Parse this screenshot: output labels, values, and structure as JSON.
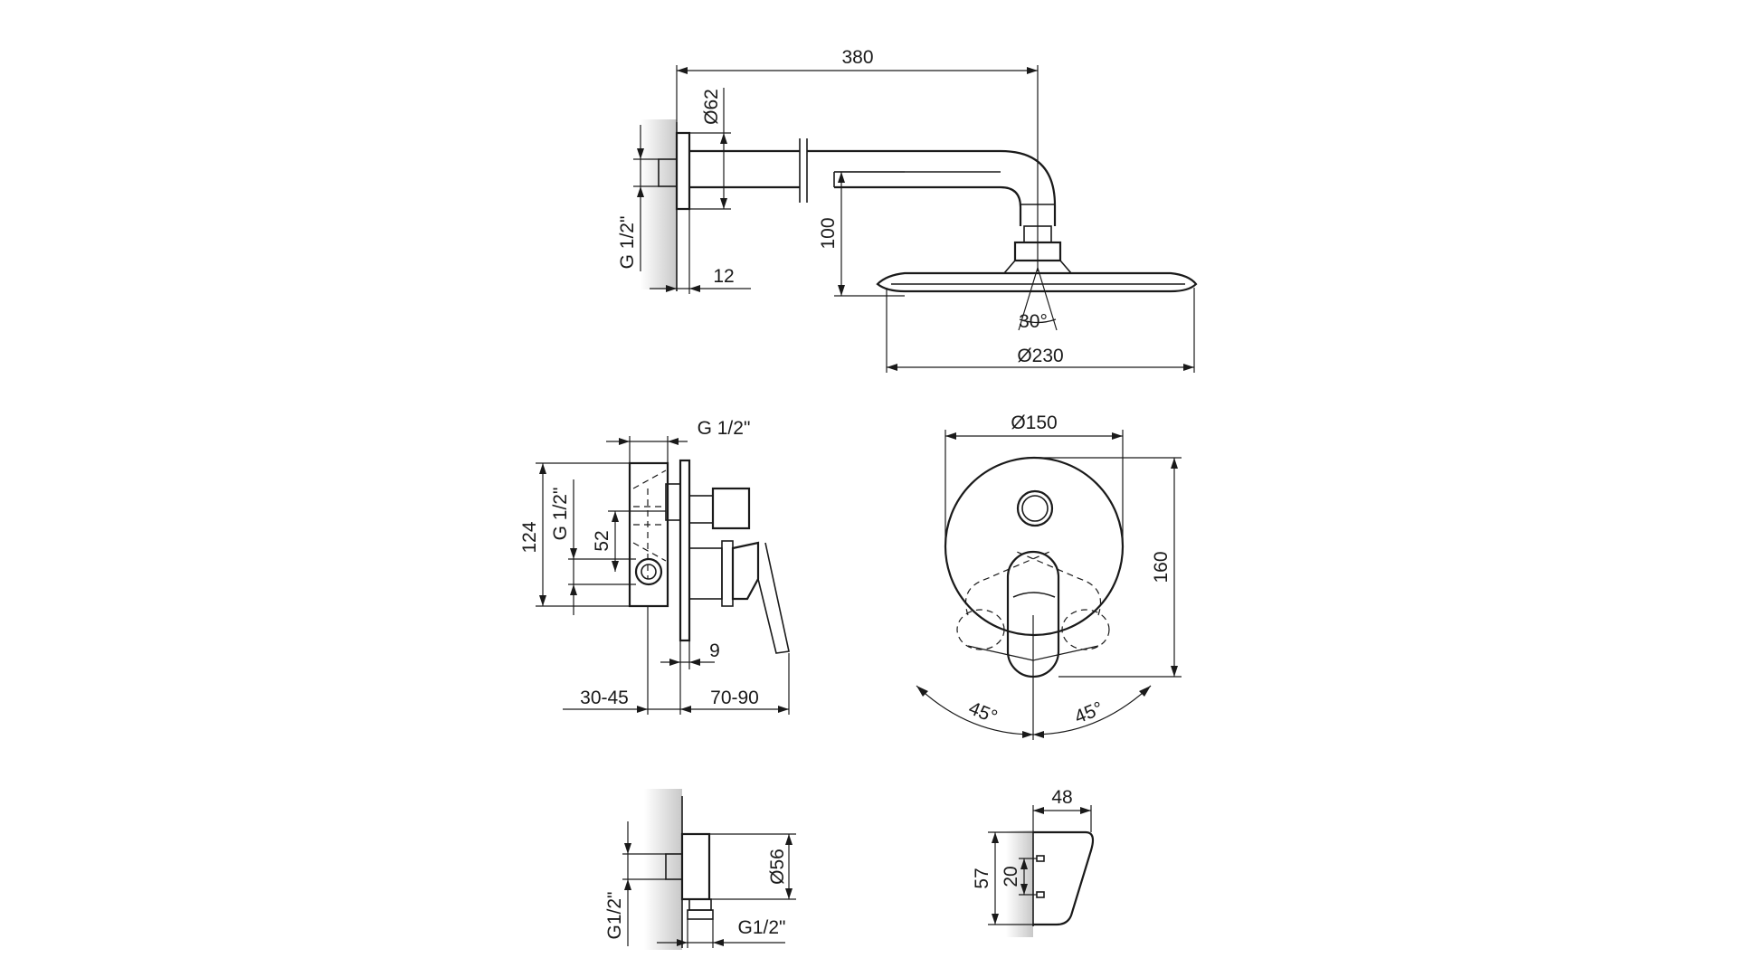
{
  "colors": {
    "line": "#1a1a1a",
    "background": "#ffffff",
    "wall_shade": "#c8c8c8"
  },
  "shower_arm": {
    "length": "380",
    "flange_diameter": "Ø62",
    "thread": "G 1/2\"",
    "flange_thickness": "12",
    "drop": "100",
    "spray_angle": "30°",
    "head_diameter": "Ø230"
  },
  "mixer_side": {
    "outlet_thread": "G 1/2\"",
    "body_height": "124",
    "inlet_thread": "G 1/2\"",
    "inlet_offset": "52",
    "plate_thickness": "9",
    "install_depth": "30-45",
    "projection": "70-90"
  },
  "mixer_front": {
    "plate_diameter": "Ø150",
    "height": "160",
    "left_rotation": "45°",
    "right_rotation": "45°"
  },
  "wall_outlet": {
    "rear_thread": "G1/2\"",
    "diameter": "Ø56",
    "bottom_thread": "G1/2\""
  },
  "holder": {
    "width": "48",
    "height": "57",
    "fixing_spacing": "20"
  }
}
